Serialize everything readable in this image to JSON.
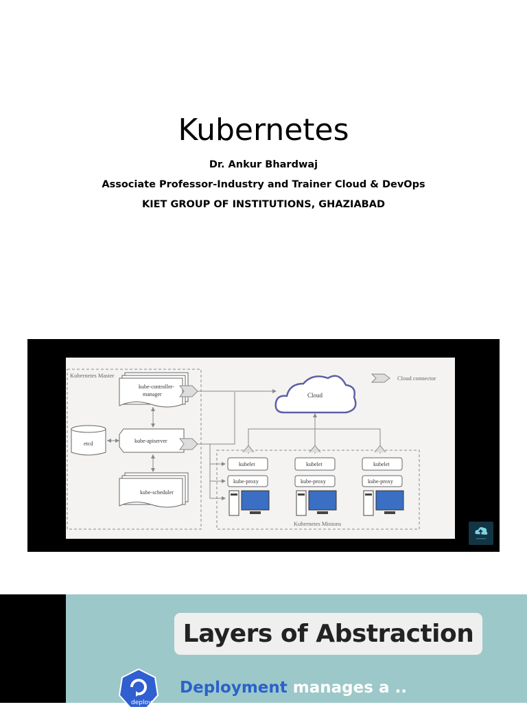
{
  "title_slide": {
    "title": "Kubernetes",
    "author": "Dr. Ankur Bhardwaj",
    "role": "Associate Professor-Industry and Trainer Cloud & DevOps",
    "institution": "KIET GROUP OF INSTITUTIONS, GHAZIABAD"
  },
  "architecture_diagram": {
    "master_label": "Kubernetes Master",
    "controller_manager_line1": "kube-controller-",
    "controller_manager_line2": "manager",
    "apiserver": "kube-apiserver",
    "scheduler": "kube-scheduler",
    "etcd": "etcd",
    "cloud": "Cloud",
    "cloud_connector_legend": "Cloud connector",
    "minions_label": "Kubernetes Minions",
    "kubelet": "kubelet",
    "kube_proxy": "kube-proxy",
    "node_count": 3
  },
  "video_badge_icon": "cloud-upload-icon",
  "second_slide": {
    "heading": "Layers of Abstraction",
    "deployment_word": "Deployment",
    "deployment_rest": "manages a ..",
    "icon_label": "deploy",
    "icon": "deploy-refresh-icon"
  },
  "colors": {
    "slide2_background": "#9dc8c9",
    "deployment_blue": "#2a62c9",
    "cloud_stroke": "#5b5fa8"
  }
}
